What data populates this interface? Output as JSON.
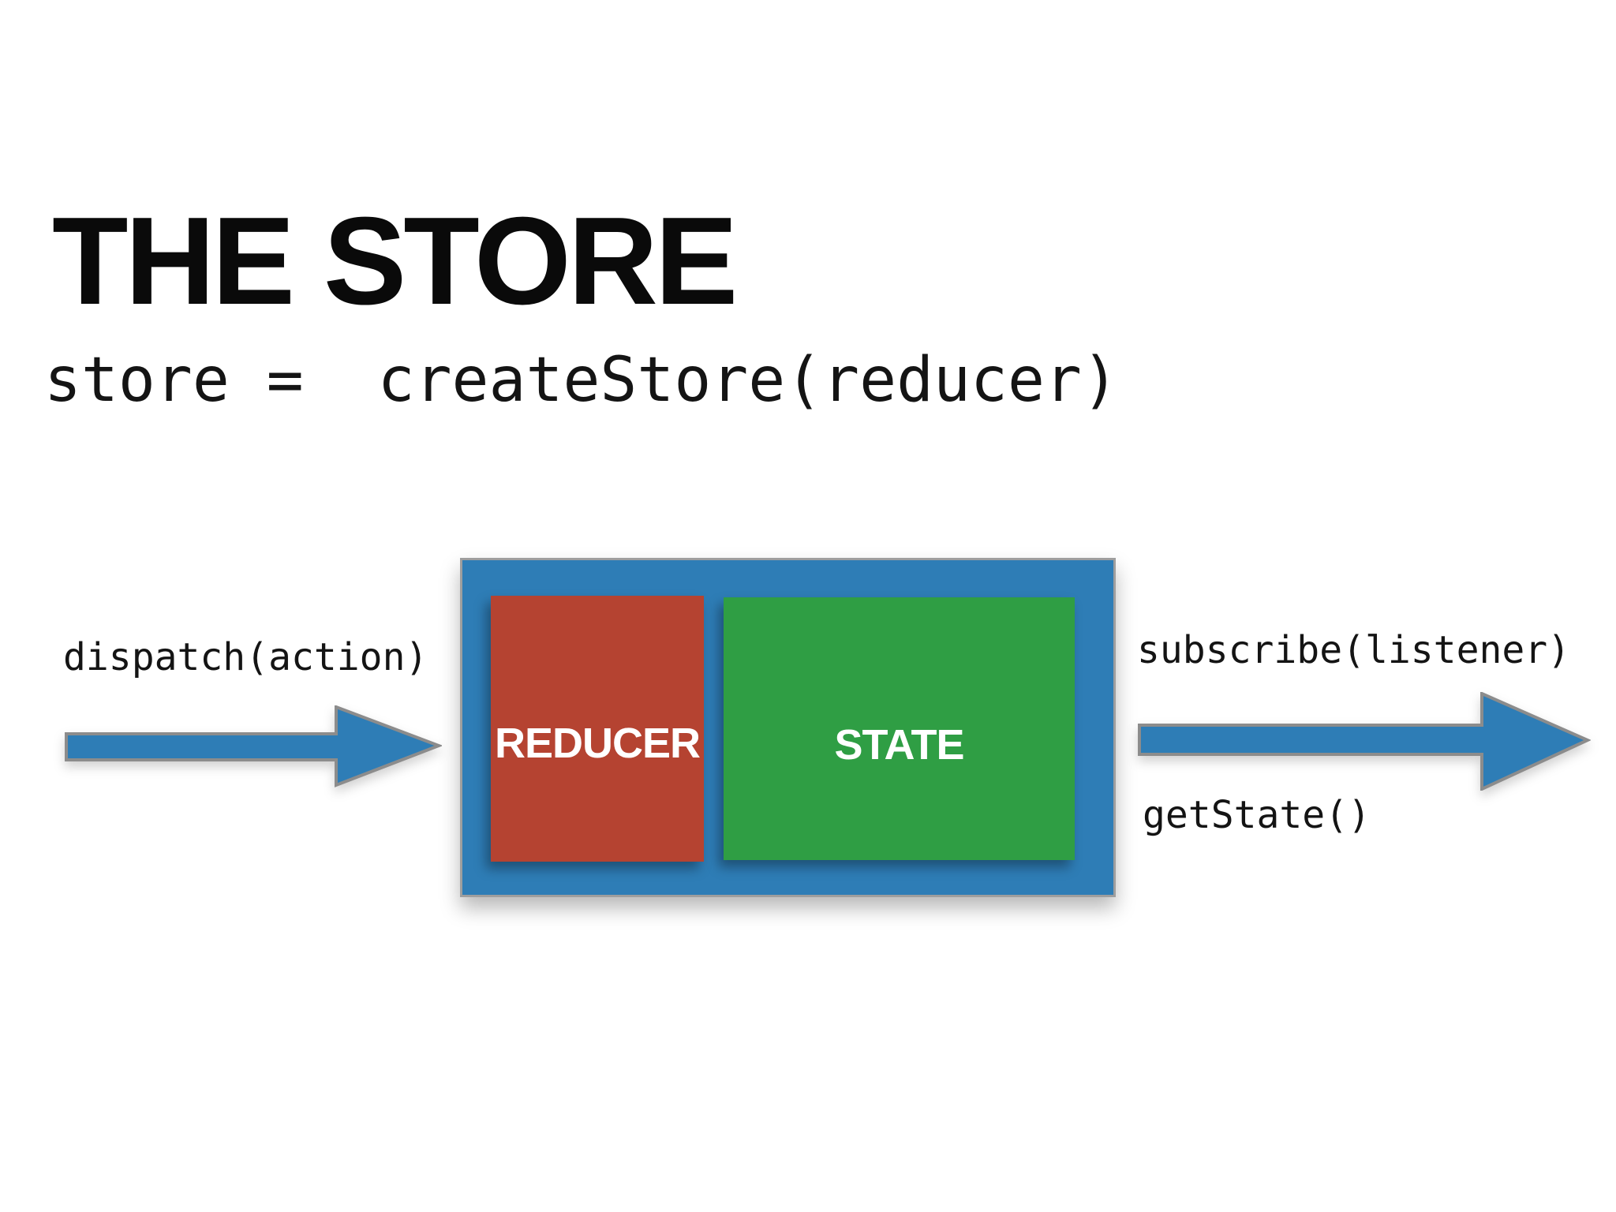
{
  "slide": {
    "title": "THE STORE",
    "code_line": "store =  createStore(reducer)"
  },
  "store": {
    "reducer_label": "REDUCER",
    "state_label": "STATE"
  },
  "api_labels": {
    "dispatch": "dispatch(action)",
    "subscribe": "subscribe(listener)",
    "get_state": "getState()"
  },
  "colors": {
    "store_blue": "#2e7db6",
    "reducer_red": "#b54331",
    "state_green": "#2f9e44",
    "arrow_blue": "#2e7db6",
    "arrow_outline": "#8c8c8c",
    "box_border": "#9e9e9e",
    "text_dark": "#141414",
    "label_white": "#ffffff",
    "background": "#ffffff"
  }
}
